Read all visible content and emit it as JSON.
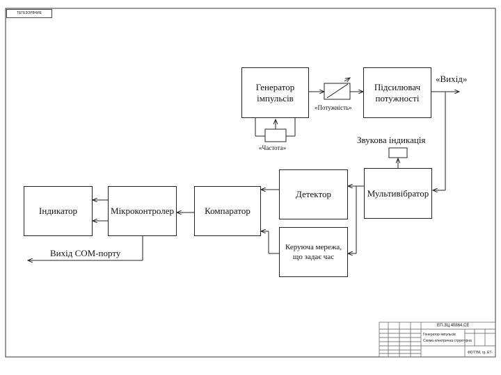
{
  "sheet_tag": "ТЕГЕЗОРВЧИЕ",
  "blocks": {
    "generator": "Генератор імпульсів",
    "amplifier": "Підсилювач потужності",
    "sound": "Звукова індикація",
    "multivibrator": "Мультивібратор",
    "detector": "Детектор",
    "timer_net": "Керуюча мережа, що задає час",
    "comparator": "Компаратор",
    "mcu": "Мікроконтролер",
    "indicator": "Індикатор"
  },
  "labels": {
    "power": "«Потужність»",
    "frequency": "«Частота»",
    "output": "«Вихід»",
    "com_output": "Вихід COM-порту"
  },
  "title_block": {
    "code": "ЕП.ЗЦ.40864.СЕ",
    "line1": "Генератор імпульсів",
    "line2": "Схема електрична структурна",
    "org": "ФОТТМ, гр. ЕТ-"
  }
}
